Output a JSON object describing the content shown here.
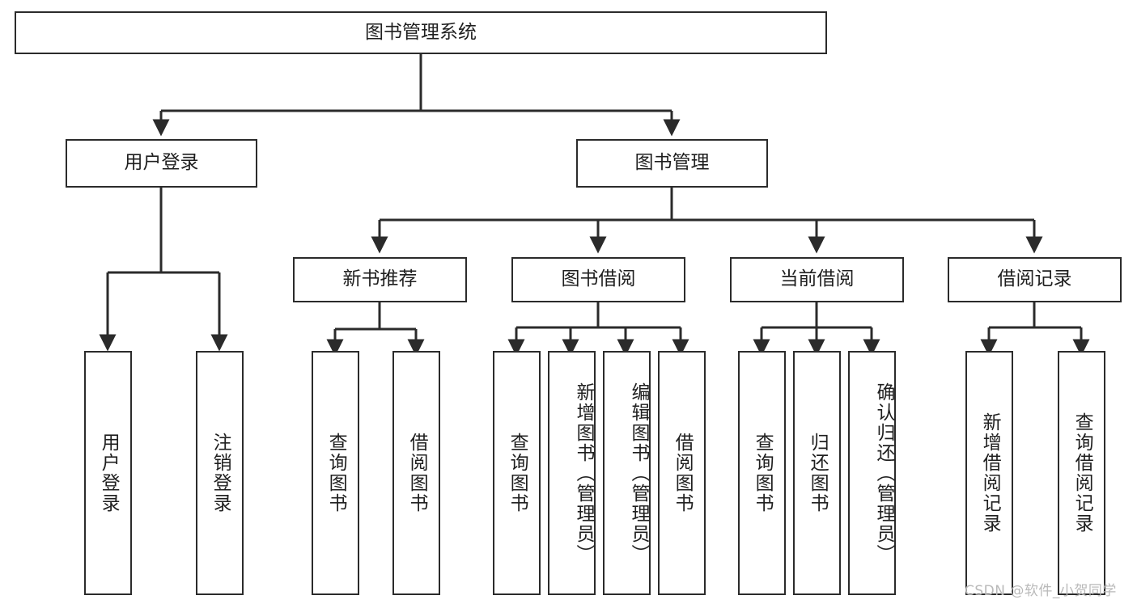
{
  "diagram": {
    "type": "tree",
    "title": "图书管理系统",
    "root": {
      "label": "图书管理系统"
    },
    "level2": [
      {
        "label": "用户登录"
      },
      {
        "label": "图书管理"
      }
    ],
    "level3": [
      {
        "label": "新书推荐"
      },
      {
        "label": "图书借阅"
      },
      {
        "label": "当前借阅"
      },
      {
        "label": "借阅记录"
      }
    ],
    "leaves": {
      "user_login": [
        {
          "label": "用户登录"
        },
        {
          "label": "注销登录"
        }
      ],
      "new_book_recommend": [
        {
          "label": "查询图书"
        },
        {
          "label": "借阅图书"
        }
      ],
      "book_borrow": [
        {
          "label": "查询图书"
        },
        {
          "label": "新增图书（管理员）"
        },
        {
          "label": "编辑图书（管理员）"
        },
        {
          "label": "借阅图书"
        }
      ],
      "current_borrow": [
        {
          "label": "查询图书"
        },
        {
          "label": "归还图书"
        },
        {
          "label": "确认归还（管理员）"
        }
      ],
      "borrow_record": [
        {
          "label": "新增借阅记录"
        },
        {
          "label": "查询借阅记录"
        }
      ]
    }
  },
  "watermark": {
    "text": "CSDN @软件_小贺同学"
  },
  "colors": {
    "stroke": "#2b2b2b",
    "fill": "#ffffff",
    "text": "#1f1f1f",
    "watermark": "#b9b9b9"
  }
}
